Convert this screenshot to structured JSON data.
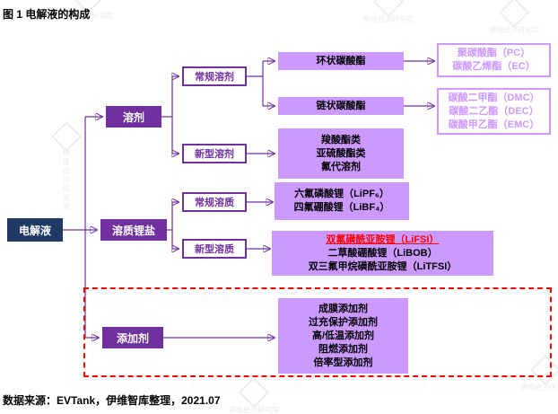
{
  "title": "图 1 电解液的构成",
  "source": "数据来源：EVTank，伊维智库整理，2021.07",
  "watermark": "伊维经济研究院",
  "tree": {
    "root": "电解液",
    "branches": {
      "solvent": "溶剂",
      "solute": "溶质锂盐",
      "additive": "添加剂"
    },
    "solvent_groups": {
      "conventional": "常规溶剂",
      "new": "新型溶剂"
    },
    "solute_groups": {
      "conventional": "常规溶质",
      "new": "新型溶质"
    },
    "cyclic_carbonate": "环状碳酸酯",
    "chain_carbonate": "链状碳酸酯",
    "cyclic_examples": [
      "聚碳酸酯（PC）",
      "碳酸乙烯酯（EC）"
    ],
    "chain_examples": [
      "碳酸二甲酯（DMC）",
      "碳酸二乙酯（DEC）",
      "碳酸甲乙酯（EMC）"
    ],
    "new_solvent_types": [
      "羧酸酯类",
      "亚硫酸酯类",
      "氟代溶剂"
    ],
    "conventional_solutes": [
      "六氟磷酸锂（LiPF₆）",
      "四氟硼酸锂（LiBF₄）"
    ],
    "new_solute_highlight": "双氟磺酰亚胺锂（LiFSI）",
    "new_solutes": [
      "二草酸硼酸锂（LiBOB）",
      "双三氟甲烷磺酰亚胺锂（LiTFSI）"
    ],
    "additive_types": [
      "成膜添加剂",
      "过充保护添加剂",
      "高/低温添加剂",
      "阻燃添加剂",
      "倍率型添加剂"
    ]
  },
  "colors": {
    "root_bg": "#1F3864",
    "branch_bg": "#7030A0",
    "leaf_bg": "#CC99FF",
    "light_border": "#CC99FF",
    "line": "#7030A0",
    "highlight_red": "#FF0000"
  }
}
